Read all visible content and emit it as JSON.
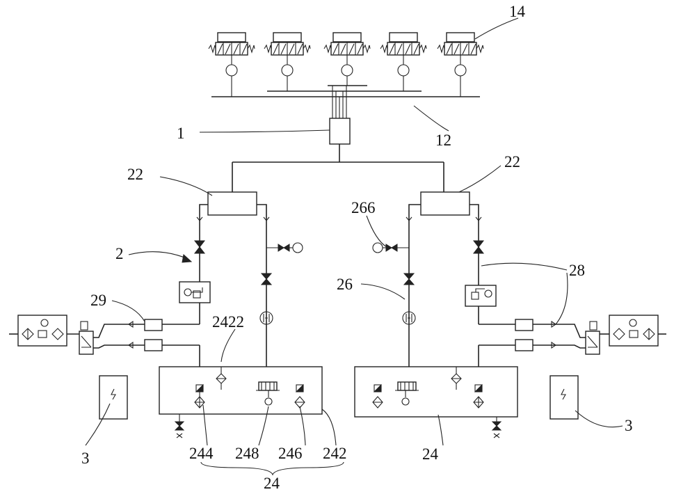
{
  "labels": {
    "l14": "14",
    "l1": "1",
    "l12": "12",
    "l22_left": "22",
    "l22_right": "22",
    "l266": "266",
    "l2": "2",
    "l26": "26",
    "l28": "28",
    "l29": "29",
    "l2422": "2422",
    "l3_left": "3",
    "l3_right": "3",
    "l244": "244",
    "l248": "248",
    "l246": "246",
    "l242": "242",
    "l24_right": "24",
    "l24_bottom": "24"
  }
}
